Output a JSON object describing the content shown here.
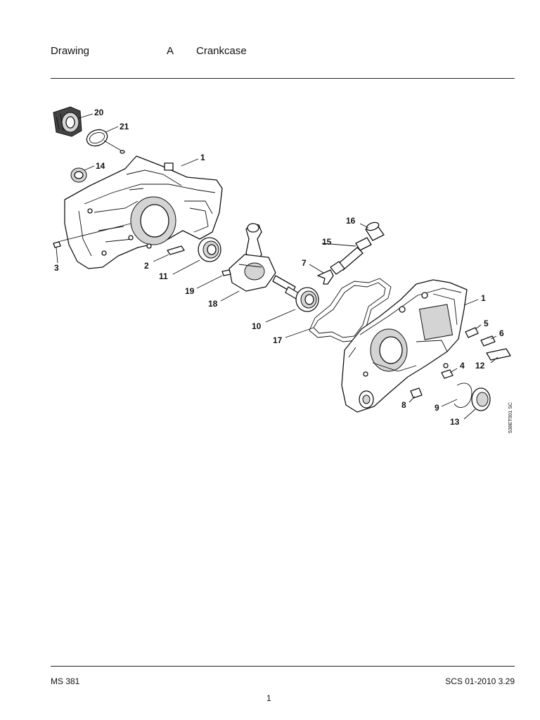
{
  "header": {
    "label": "Drawing",
    "letter": "A",
    "title": "Crankcase"
  },
  "footer": {
    "model": "MS 381",
    "code": "SCS 01-2010 3.29",
    "page": "1"
  },
  "drawing_code": "538ET001 SC",
  "callouts": {
    "c20": "20",
    "c21": "21",
    "c1a": "1",
    "c14": "14",
    "c3": "3",
    "c2": "2",
    "c11": "11",
    "c19": "19",
    "c18": "18",
    "c16": "16",
    "c15": "15",
    "c7": "7",
    "c10": "10",
    "c17": "17",
    "c1b": "1",
    "c5": "5",
    "c6": "6",
    "c12": "12",
    "c4": "4",
    "c8": "8",
    "c9": "9",
    "c13": "13"
  }
}
